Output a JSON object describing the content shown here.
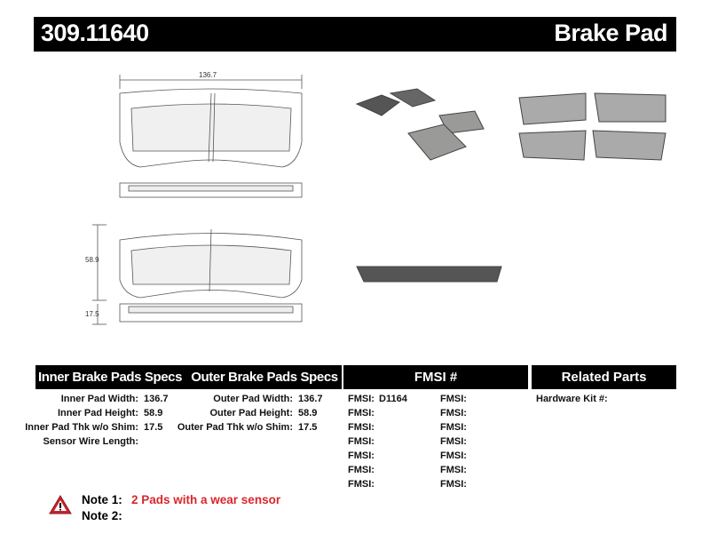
{
  "header": {
    "part_number": "309.11640",
    "product": "Brake Pad"
  },
  "drawing": {
    "width_dim": "136.7",
    "height_dim": "58.9",
    "thickness_dim": "17.5"
  },
  "inner": {
    "title": "Inner Brake Pads Specs",
    "rows": [
      {
        "label": "Inner Pad Width:",
        "value": "136.7"
      },
      {
        "label": "Inner Pad Height:",
        "value": "58.9"
      },
      {
        "label": "Inner Pad Thk w/o Shim:",
        "value": "17.5"
      },
      {
        "label": "Sensor Wire Length:",
        "value": ""
      }
    ]
  },
  "outer": {
    "title": "Outer Brake Pads Specs",
    "rows": [
      {
        "label": "Outer Pad Width:",
        "value": "136.7"
      },
      {
        "label": "Outer Pad Height:",
        "value": "58.9"
      },
      {
        "label": "Outer Pad Thk w/o Shim:",
        "value": "17.5"
      }
    ]
  },
  "fmsi": {
    "title": "FMSI #",
    "label": "FMSI:",
    "col1": [
      "D1164",
      "",
      "",
      "",
      "",
      "",
      ""
    ],
    "col2": [
      "",
      "",
      "",
      "",
      "",
      "",
      ""
    ]
  },
  "related": {
    "title": "Related Parts",
    "hardware_label": "Hardware Kit #:"
  },
  "notes": {
    "note1_label": "Note 1:",
    "note1_text": "2 Pads with a wear sensor",
    "note2_label": "Note 2:",
    "note1_color": "#d9262b"
  }
}
